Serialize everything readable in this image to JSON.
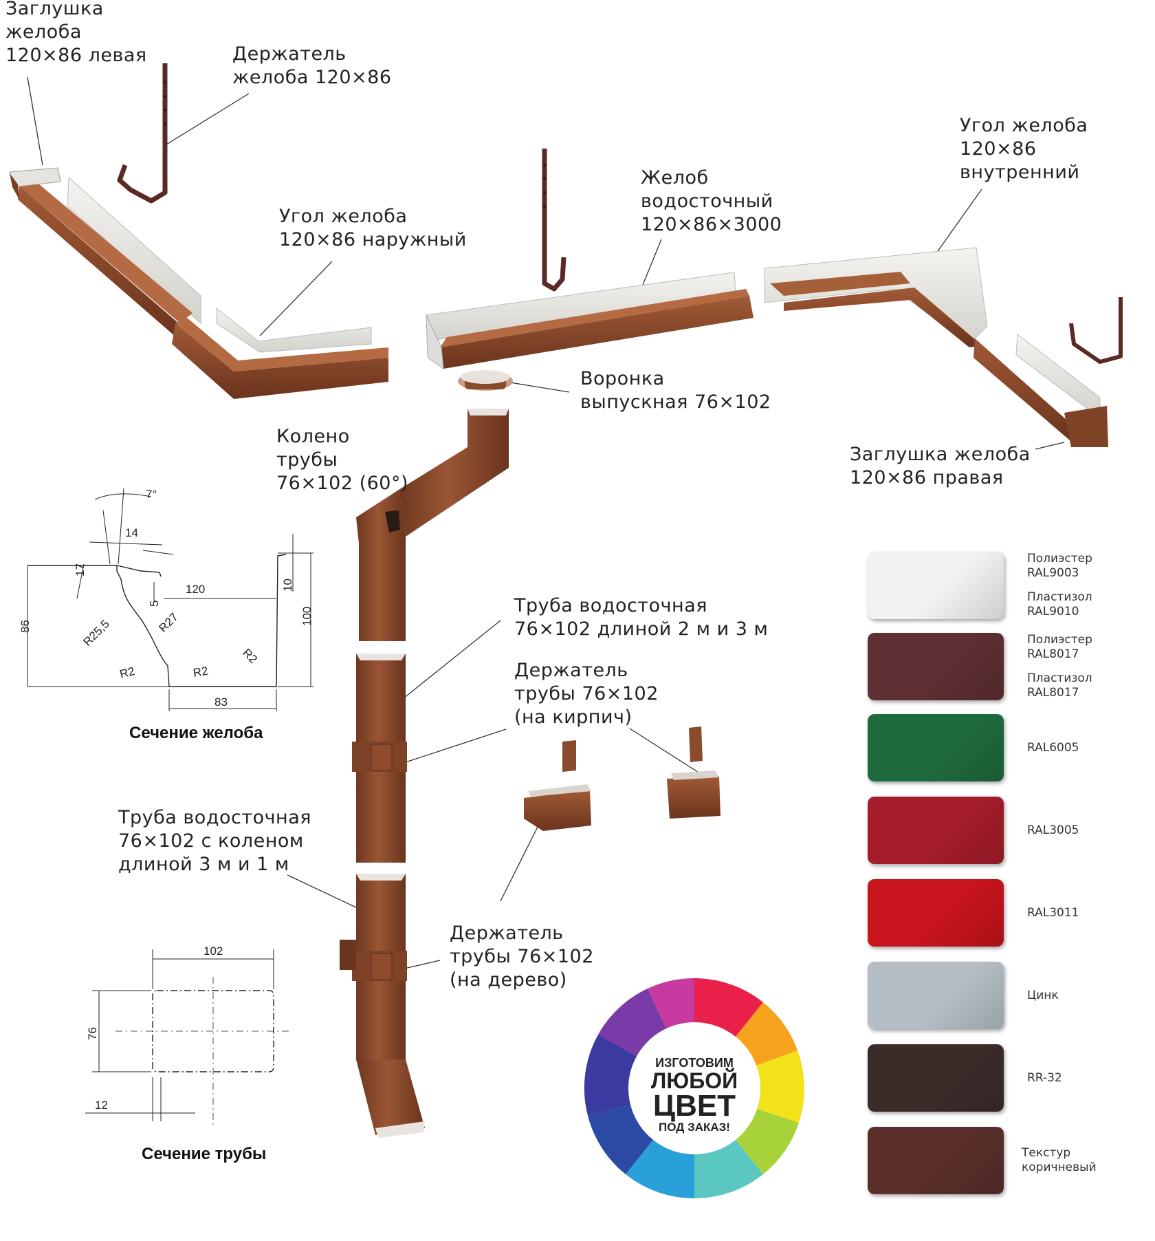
{
  "labels": {
    "cap_left": [
      "Заглушка",
      "желоба",
      "120×86 левая"
    ],
    "holder_gutter": [
      "Держатель",
      "желоба 120×86"
    ],
    "corner_outer": [
      "Угол желоба",
      "120×86 наружный"
    ],
    "gutter": [
      "Желоб",
      "водосточный",
      "120×86×3000"
    ],
    "corner_inner": [
      "Угол желоба",
      "120×86",
      "внутренний"
    ],
    "funnel": [
      "Воронка",
      "выпускная 76×102"
    ],
    "cap_right": [
      "Заглушка желоба",
      "120×86 правая"
    ],
    "elbow": [
      "Колено",
      "трубы",
      "76×102 (60°)"
    ],
    "pipe": [
      "Труба водосточная",
      "76×102 длиной 2 м и 3 м"
    ],
    "holder_brick": [
      "Держатель",
      "трубы 76×102",
      "(на кирпич)"
    ],
    "pipe_elbow": [
      "Труба водосточная",
      "76×102 с коленом",
      "длиной 3 м и 1 м"
    ],
    "holder_wood": [
      "Держатель",
      "трубы 76×102",
      "(на дерево)"
    ]
  },
  "gutter_section": {
    "title": "Сечение желоба",
    "dims": {
      "d7": "7°",
      "d14": "14",
      "d17": "17",
      "d120": "120",
      "d5": "5",
      "d10": "10",
      "d86": "86",
      "d100": "100",
      "r255": "R25,5",
      "r27": "R27",
      "r2a": "R2",
      "r2b": "R2",
      "r2c": "R2",
      "d83": "83"
    }
  },
  "pipe_section": {
    "title": "Сечение трубы",
    "dims": {
      "d102": "102",
      "d76": "76",
      "d12": "12"
    }
  },
  "wheel": {
    "line1": "ИЗГОТОВИМ",
    "line2": "ЛЮБОЙ",
    "line3": "ЦВЕТ",
    "line4": "ПОД ЗАКАЗ!"
  },
  "colors": {
    "pipe_brown": "#8a4a2c",
    "gutter_inner": "#e8e6e2",
    "metal": "#5a2a24"
  },
  "swatches": [
    {
      "color": "#f2f2f2",
      "lines": [
        "Полиэстер",
        "RAL9003",
        "Пластизол",
        "RAL9010"
      ]
    },
    {
      "color": "#5e2f33",
      "lines": [
        "Полиэстер",
        "RAL8017",
        "Пластизол",
        "RAL8017"
      ]
    },
    {
      "color": "#1f6b3e",
      "lines": [
        "RAL6005"
      ]
    },
    {
      "color": "#a51c2a",
      "lines": [
        "RAL3005"
      ]
    },
    {
      "color": "#c8141c",
      "lines": [
        "RAL3011"
      ]
    },
    {
      "color": "#b4bec4",
      "lines": [
        "Цинк"
      ]
    },
    {
      "color": "#3b2c2a",
      "lines": [
        "RR-32"
      ]
    },
    {
      "color": "#5a2f2b",
      "lines": [
        "Текстур",
        "коричневый"
      ]
    }
  ]
}
